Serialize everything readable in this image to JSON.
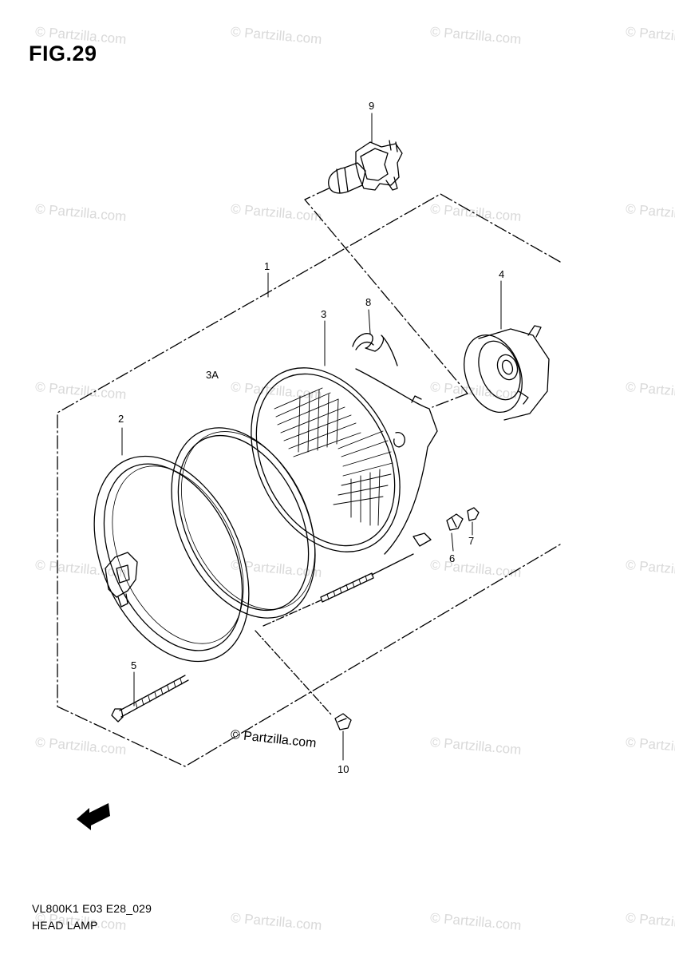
{
  "figure": {
    "title": "FIG.29",
    "code": "VL800K1 E03 E28_029",
    "name": "HEAD LAMP"
  },
  "callouts": {
    "c1": "1",
    "c2": "2",
    "c3": "3",
    "c3a": "3A",
    "c4": "4",
    "c5": "5",
    "c6": "6",
    "c7": "7",
    "c8": "8",
    "c9": "9",
    "c10": "10"
  },
  "watermark": {
    "text": "© Partzilla.com"
  },
  "credit": "© Partzilla.com",
  "colors": {
    "line": "#000000",
    "watermark": "#d9d9d9"
  }
}
